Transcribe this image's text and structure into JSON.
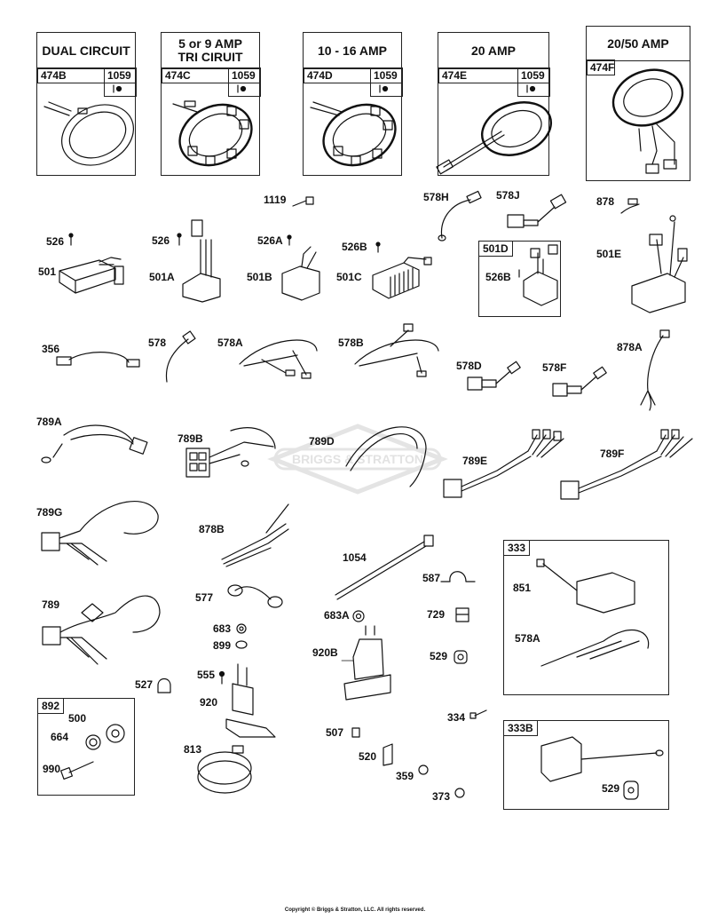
{
  "stator_boxes": [
    {
      "title": "DUAL CIRCUIT",
      "part": "474B",
      "ref": "1059"
    },
    {
      "title": "5 or 9 AMP\nTRI CIRUIT",
      "part": "474C",
      "ref": "1059"
    },
    {
      "title": "10 - 16 AMP",
      "part": "474D",
      "ref": "1059"
    },
    {
      "title": "20 AMP",
      "part": "474E",
      "ref": "1059"
    },
    {
      "title": "20/50 AMP",
      "part": "474F",
      "ref": ""
    }
  ],
  "group_boxes": {
    "b501D": {
      "title": "501D",
      "items": [
        "526B"
      ]
    },
    "b333": {
      "title": "333",
      "items": [
        "851",
        "578A"
      ]
    },
    "b892": {
      "title": "892",
      "items": [
        "500",
        "664",
        "990"
      ]
    },
    "b333B": {
      "title": "333B",
      "items": [
        "529"
      ]
    }
  },
  "labels": {
    "l1119": "1119",
    "l578H": "578H",
    "l578J": "578J",
    "l878": "878",
    "l526a": "526",
    "l526b": "526",
    "l526A": "526A",
    "l526B": "526B",
    "l501": "501",
    "l501A": "501A",
    "l501B": "501B",
    "l501C": "501C",
    "l501E": "501E",
    "l356": "356",
    "l578": "578",
    "l578A": "578A",
    "l578B": "578B",
    "l578D": "578D",
    "l578F": "578F",
    "l878A": "878A",
    "l789A": "789A",
    "l789B": "789B",
    "l789D": "789D",
    "l789E": "789E",
    "l789F": "789F",
    "l789G": "789G",
    "l878B": "878B",
    "l1054": "1054",
    "l587": "587",
    "l789": "789",
    "l577": "577",
    "l683A": "683A",
    "l729": "729",
    "l683": "683",
    "l899": "899",
    "l920B": "920B",
    "l529": "529",
    "l527": "527",
    "l555": "555",
    "l920": "920",
    "l334": "334",
    "l507": "507",
    "l813": "813",
    "l520": "520",
    "l359": "359",
    "l373": "373"
  },
  "watermark": "BRIGGS & STRATTON",
  "copyright": "Copyright © Briggs & Stratton, LLC. All rights reserved."
}
